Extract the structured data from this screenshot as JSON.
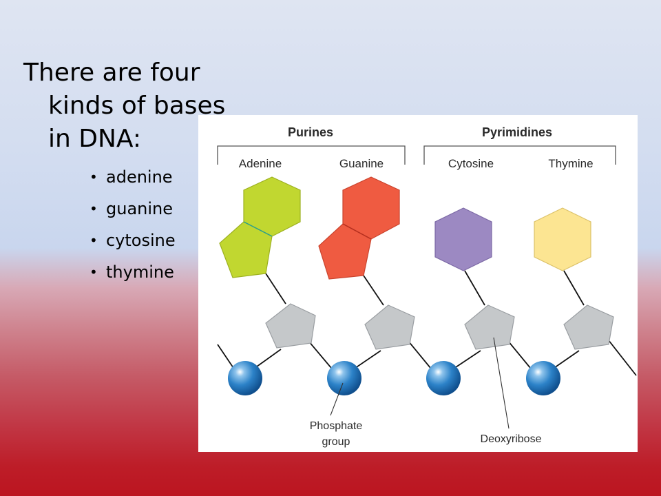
{
  "slide": {
    "heading_lines": [
      "There are four",
      "kinds of bases",
      "in DNA:"
    ],
    "bullets": [
      "adenine",
      "guanine",
      "cytosine",
      "thymine"
    ]
  },
  "figure": {
    "groups": {
      "purines": "Purines",
      "pyrimidines": "Pyrimidines"
    },
    "bases": [
      {
        "label": "Adenine",
        "color": "#c1d730"
      },
      {
        "label": "Guanine",
        "color": "#ef5b41"
      },
      {
        "label": "Cytosine",
        "color": "#9c89c2"
      },
      {
        "label": "Thymine",
        "color": "#fce592"
      }
    ],
    "callouts": {
      "phosphate_line1": "Phosphate",
      "phosphate_line2": "group",
      "deoxyribose": "Deoxyribose"
    },
    "colors": {
      "sugar": "#c5c8ca",
      "phosphate": "#1f72b8",
      "backbone": "#111111"
    }
  }
}
